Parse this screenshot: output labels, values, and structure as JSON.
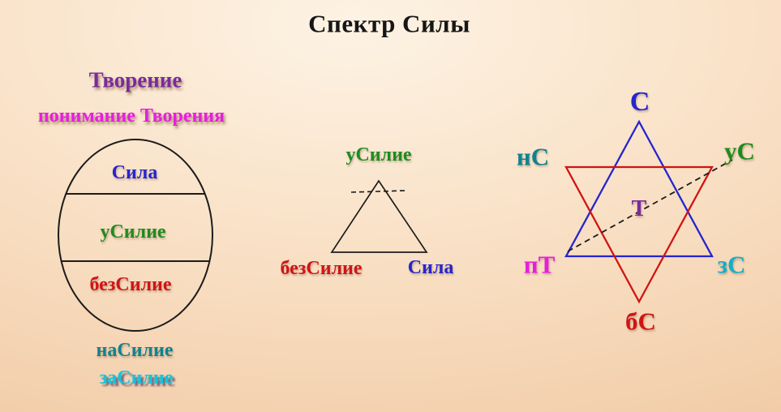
{
  "title": "Спектр Силы",
  "colors": {
    "bg-light": "#fdf3e4",
    "bg-mid": "#f8ddc0",
    "bg-dark": "#eec29a",
    "title": "#161616",
    "purple": "#7a2b9b",
    "magenta": "#e81ede",
    "blue": "#2525cf",
    "green": "#1f8b1f",
    "red": "#d01414",
    "teal": "#11828e",
    "cyan": "#12c4de",
    "cyan_dark": "#17aec8",
    "line": "#1c1c1c"
  },
  "left": {
    "creation": "Творение",
    "understanding": "понимание Творения",
    "oval": {
      "top": "Сила",
      "middle": "уСилие",
      "bottom": "безСилие"
    },
    "below_first": "наСилие",
    "below_second": "заСилие"
  },
  "middle": {
    "apex": "уСилие",
    "base_left": "безСилие",
    "base_right": "Сила"
  },
  "right": {
    "top": "С",
    "upper_left": "нС",
    "upper_right": "уС",
    "center": "Т",
    "lower_left": "пТ",
    "lower_right": "зС",
    "bottom": "бС"
  }
}
